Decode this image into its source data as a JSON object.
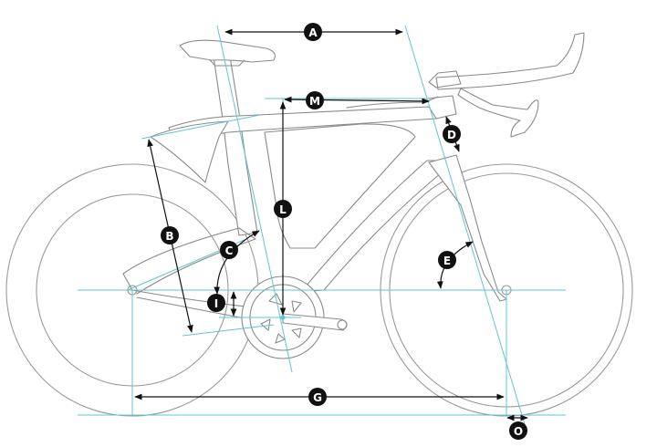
{
  "diagram": {
    "labels": {
      "A": "A",
      "M": "M",
      "D": "D",
      "B": "B",
      "L": "L",
      "C": "C",
      "E": "E",
      "I": "I",
      "G": "G",
      "O": "O"
    },
    "colors": {
      "frame_line": "#8a8a8a",
      "guide_line": "#5fc4d6",
      "dimension_line": "#111111",
      "badge_fill": "#111111",
      "badge_text": "#ffffff"
    }
  }
}
